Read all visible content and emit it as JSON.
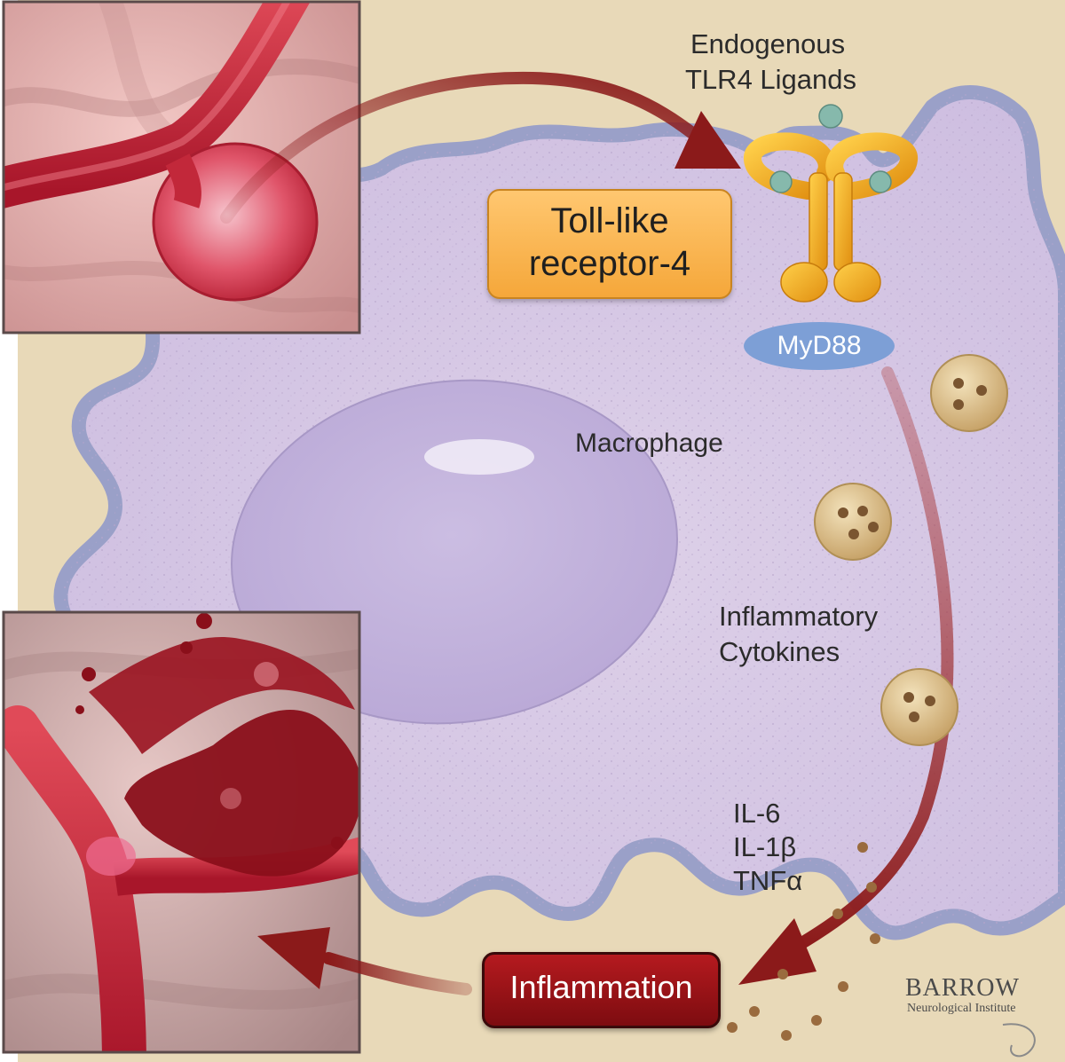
{
  "labels": {
    "ligands_line1": "Endogenous",
    "ligands_line2": "TLR4 Ligands",
    "tlr4_line1": "Toll-like",
    "tlr4_line2": "receptor-4",
    "myd88": "MyD88",
    "macrophage": "Macrophage",
    "cytokines_line1": "Inflammatory",
    "cytokines_line2": "Cytokines",
    "il6": "IL-6",
    "il1b": "IL-1β",
    "tnfa": "TNFα",
    "inflammation": "Inflammation"
  },
  "logo": {
    "name": "BARROW",
    "subtitle": "Neurological Institute"
  },
  "colors": {
    "background": "#e8d9b8",
    "cell": "#d8c9e3",
    "membrane": "#9aa0c8",
    "nucleus": "#c8b8dd",
    "receptor": "#f0a51e",
    "ligand": "#86b9ac",
    "myd88": "#7d9fd6",
    "vessel": "#c8283a",
    "arrow": "#8b1a1a",
    "cytokine_granule": "#d9c08a",
    "inflammation_box": "#9c1218"
  }
}
